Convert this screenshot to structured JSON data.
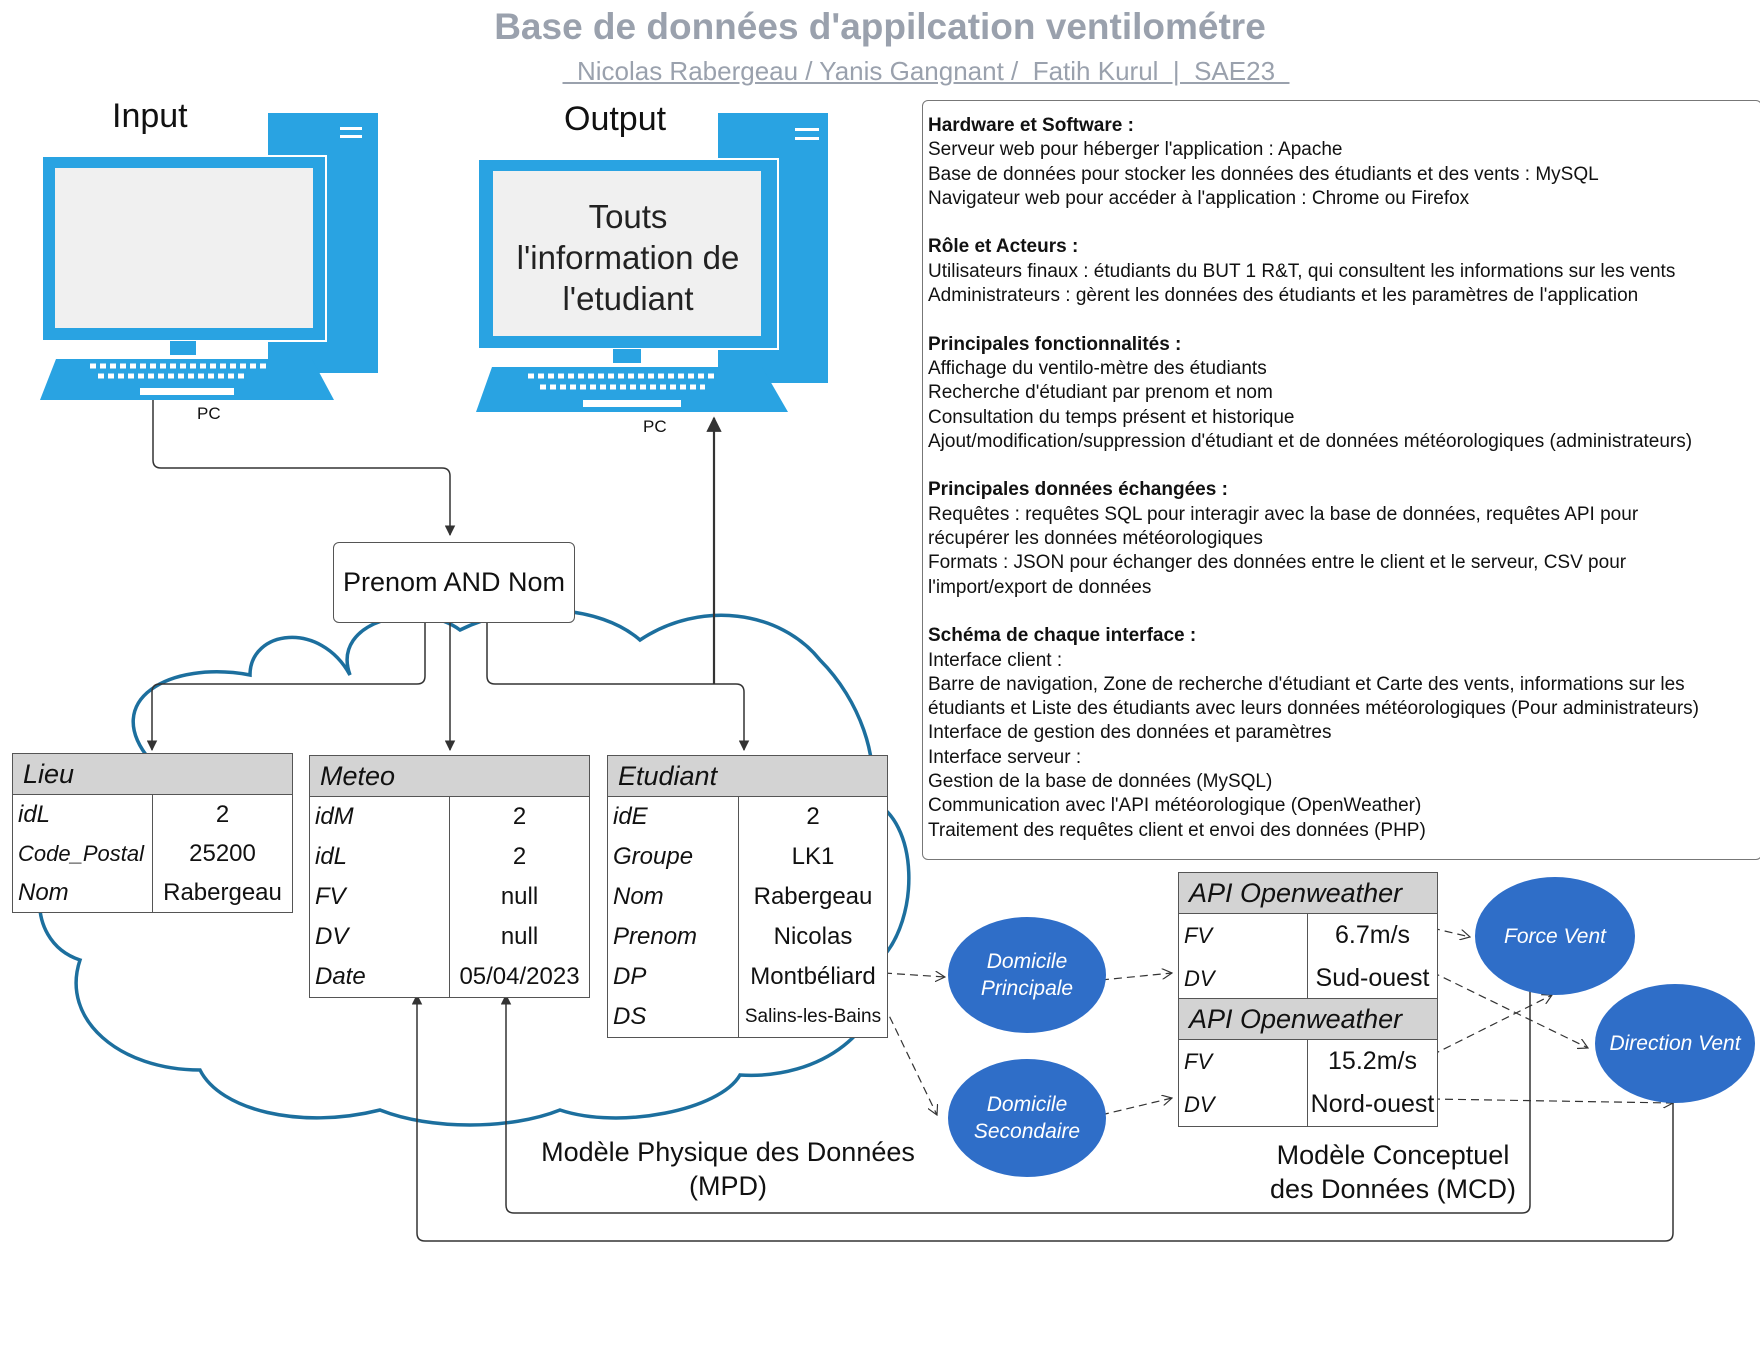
{
  "header": {
    "title": "Base de données d'appilcation ventilométre",
    "subtitle": "  Nicolas Rabergeau / Yanis Gangnant /  Fatih Kurul  |  SAE23  "
  },
  "input_pc": {
    "heading": "Input",
    "caption": "PC"
  },
  "output_pc": {
    "heading": "Output",
    "caption": "PC",
    "screen_text": "Touts l'information de l'etudiant"
  },
  "query": {
    "label": "Prenom AND Nom"
  },
  "tables": {
    "lieu": {
      "name": "Lieu",
      "rows": [
        {
          "key": "idL",
          "value": "2"
        },
        {
          "key": "Code_Postal",
          "value": "25200"
        },
        {
          "key": "Nom",
          "value": "Rabergeau"
        }
      ]
    },
    "meteo": {
      "name": "Meteo",
      "rows": [
        {
          "key": "idM",
          "value": "2"
        },
        {
          "key": "idL",
          "value": "2"
        },
        {
          "key": "FV",
          "value": "null"
        },
        {
          "key": "DV",
          "value": "null"
        },
        {
          "key": "Date",
          "value": "05/04/2023"
        }
      ]
    },
    "etudiant": {
      "name": "Etudiant",
      "rows": [
        {
          "key": "idE",
          "value": "2"
        },
        {
          "key": "Groupe",
          "value": "LK1"
        },
        {
          "key": "Nom",
          "value": "Rabergeau"
        },
        {
          "key": "Prenom",
          "value": "Nicolas"
        },
        {
          "key": "DP",
          "value": "Montbéliard"
        },
        {
          "key": "DS",
          "value": "Salins-les-Bains"
        }
      ]
    },
    "api1": {
      "name": "API Openweather",
      "rows": [
        {
          "key": "FV",
          "value": "6.7m/s"
        },
        {
          "key": "DV",
          "value": "Sud-ouest"
        }
      ]
    },
    "api2": {
      "name": "API Openweather",
      "rows": [
        {
          "key": "FV",
          "value": "15.2m/s"
        },
        {
          "key": "DV",
          "value": "Nord-ouest"
        }
      ]
    }
  },
  "nodes": {
    "domicile_principal": "Domicile Principale",
    "domicile_secondaire": "Domicile Secondaire",
    "force_vent": "Force Vent",
    "direction_vent": "Direction Vent"
  },
  "captions": {
    "mpd": "Modèle Physique des Données (MPD)",
    "mcd": "Modèle Conceptuel des Données (MCD)"
  },
  "info_panel": {
    "sections": [
      {
        "heading": "Hardware et Software :",
        "lines": [
          "Serveur web pour héberger l'application : Apache",
          "Base de données pour stocker les données des étudiants et des vents : MySQL",
          "Navigateur web pour accéder à l'application : Chrome ou Firefox"
        ]
      },
      {
        "heading": "Rôle et Acteurs :",
        "lines": [
          "Utilisateurs finaux : étudiants du BUT 1 R&T, qui consultent les informations sur les vents",
          "Administrateurs : gèrent les données des étudiants et les paramètres de l'application"
        ]
      },
      {
        "heading": "Principales fonctionnalités :",
        "lines": [
          "Affichage du ventilo-mètre des étudiants",
          "Recherche d'étudiant par prenom et nom",
          "Consultation du temps présent et historique",
          "Ajout/modification/suppression d'étudiant et de données météorologiques (administrateurs)"
        ]
      },
      {
        "heading": "Principales données échangées :",
        "lines": [
          "Requêtes : requêtes SQL pour interagir avec la base de données, requêtes API pour",
          "récupérer les données météorologiques",
          "Formats : JSON pour échanger des données entre le client et le serveur, CSV pour",
          "l'import/export de données"
        ]
      },
      {
        "heading": "Schéma de chaque interface :",
        "lines": [
          "Interface client :",
          "Barre de navigation, Zone de recherche d'étudiant et Carte des vents, informations sur les",
          "étudiants et Liste des étudiants avec leurs données météorologiques (Pour administrateurs)",
          "Interface de gestion des données et paramètres",
          "Interface serveur :",
          "Gestion de la base de données (MySQL)",
          "Communication avec l'API météorologique (OpenWeather)",
          "Traitement des requêtes client et envoi des données (PHP)"
        ]
      }
    ]
  },
  "colors": {
    "monitor_blue": "#29a3e2",
    "cloud_stroke": "#1c6f9e",
    "ellipse_fill": "#2f6ec8",
    "header_gray": "#d3d3d3",
    "title_gray": "#9aa1ad"
  }
}
